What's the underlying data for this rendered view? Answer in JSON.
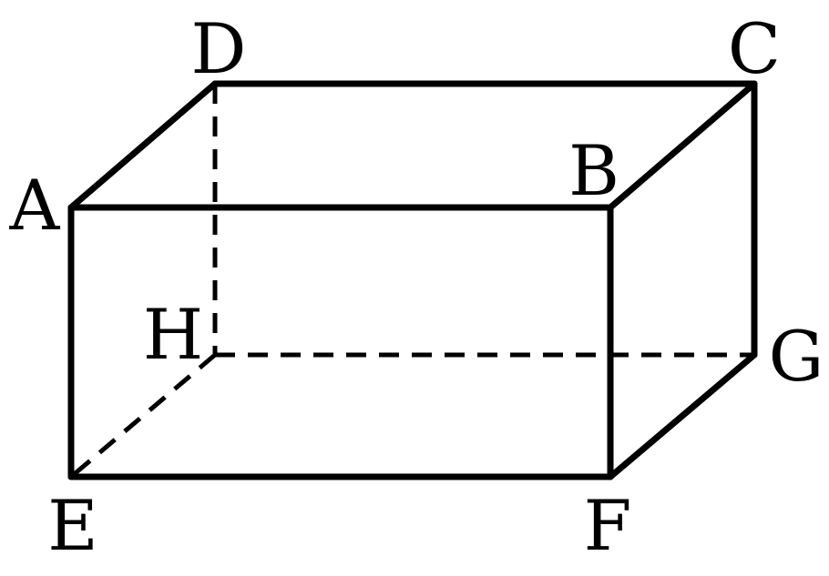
{
  "diagram": {
    "type": "rectangular-prism",
    "colors": {
      "stroke": "#000000",
      "background": "#ffffff"
    },
    "vertices": {
      "A": {
        "label": "A"
      },
      "B": {
        "label": "B"
      },
      "C": {
        "label": "C"
      },
      "D": {
        "label": "D"
      },
      "E": {
        "label": "E"
      },
      "F": {
        "label": "F"
      },
      "G": {
        "label": "G"
      },
      "H": {
        "label": "H"
      }
    },
    "edges": [
      {
        "from": "A",
        "to": "B",
        "style": "solid"
      },
      {
        "from": "B",
        "to": "C",
        "style": "solid"
      },
      {
        "from": "C",
        "to": "D",
        "style": "solid"
      },
      {
        "from": "D",
        "to": "A",
        "style": "solid"
      },
      {
        "from": "A",
        "to": "E",
        "style": "solid"
      },
      {
        "from": "B",
        "to": "F",
        "style": "solid"
      },
      {
        "from": "C",
        "to": "G",
        "style": "solid"
      },
      {
        "from": "E",
        "to": "F",
        "style": "solid"
      },
      {
        "from": "F",
        "to": "G",
        "style": "solid"
      },
      {
        "from": "D",
        "to": "H",
        "style": "dashed"
      },
      {
        "from": "H",
        "to": "G",
        "style": "dashed"
      },
      {
        "from": "H",
        "to": "E",
        "style": "dashed"
      }
    ]
  }
}
